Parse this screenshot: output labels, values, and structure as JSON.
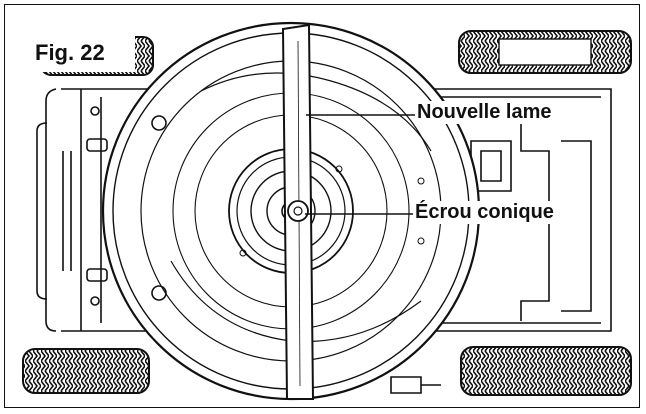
{
  "figure": {
    "label": "Fig. 22",
    "callouts": [
      {
        "id": "new-blade",
        "text": "Nouvelle lame"
      },
      {
        "id": "cone-nut",
        "text": "Écrou conique"
      }
    ]
  }
}
